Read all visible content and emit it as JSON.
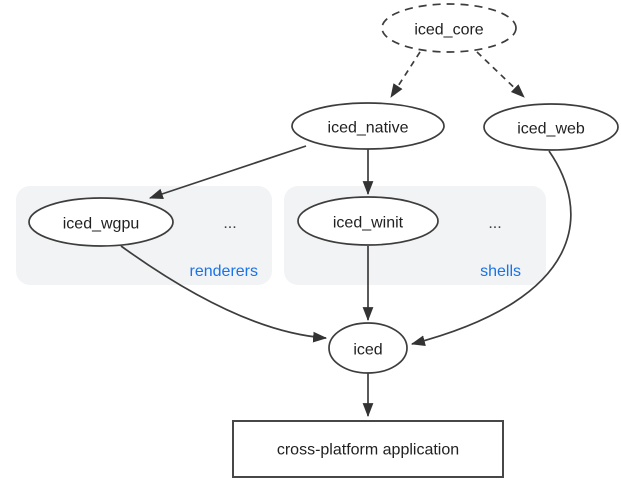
{
  "diagram": {
    "nodes": {
      "iced_core": {
        "label": "iced_core"
      },
      "iced_native": {
        "label": "iced_native"
      },
      "iced_web": {
        "label": "iced_web"
      },
      "iced_wgpu": {
        "label": "iced_wgpu"
      },
      "iced_winit": {
        "label": "iced_winit"
      },
      "iced": {
        "label": "iced"
      },
      "application": {
        "label": "cross-platform application"
      }
    },
    "groups": {
      "renderers": {
        "label": "renderers",
        "more": "..."
      },
      "shells": {
        "label": "shells",
        "more": "..."
      }
    },
    "edges": [
      {
        "from": "iced_core",
        "to": "iced_native",
        "style": "dashed"
      },
      {
        "from": "iced_core",
        "to": "iced_web",
        "style": "dashed"
      },
      {
        "from": "iced_native",
        "to": "iced_wgpu",
        "style": "solid"
      },
      {
        "from": "iced_native",
        "to": "iced_winit",
        "style": "solid"
      },
      {
        "from": "iced_wgpu",
        "to": "iced",
        "style": "solid"
      },
      {
        "from": "iced_winit",
        "to": "iced",
        "style": "solid"
      },
      {
        "from": "iced_web",
        "to": "iced",
        "style": "solid"
      },
      {
        "from": "iced",
        "to": "application",
        "style": "solid"
      }
    ],
    "colors": {
      "background": "#ffffff",
      "stroke": "#3d3d3d",
      "node_text": "#212121",
      "group_fill": "#f1f3f4",
      "group_label_blue": "#1a73e8",
      "ellipsis_gray": "#3c4043"
    }
  }
}
